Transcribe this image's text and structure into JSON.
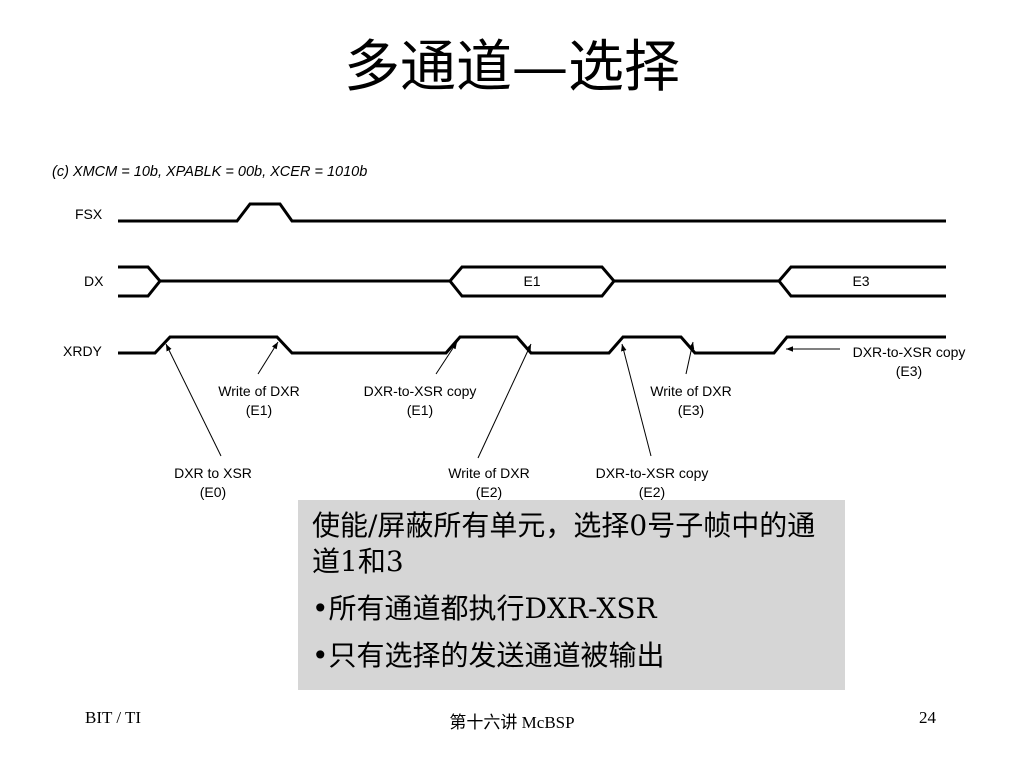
{
  "title": "多通道—选择",
  "diagram": {
    "caption": "(c) XMCM = 10b, XPABLK = 00b, XCER = 1010b",
    "signals": [
      "FSX",
      "DX",
      "XRDY"
    ],
    "data_words": [
      "E1",
      "E3"
    ],
    "annotations": [
      {
        "line1": "Write of DXR",
        "line2": "(E1)"
      },
      {
        "line1": "DXR-to-XSR copy",
        "line2": "(E1)"
      },
      {
        "line1": "Write of DXR",
        "line2": "(E3)"
      },
      {
        "line1": "DXR-to-XSR copy",
        "line2": "(E3)"
      },
      {
        "line1": "DXR to XSR",
        "line2": "(E0)"
      },
      {
        "line1": "Write of DXR",
        "line2": "(E2)"
      },
      {
        "line1": "DXR-to-XSR copy",
        "line2": "(E2)"
      }
    ]
  },
  "note": {
    "paragraph": "使能/屏蔽所有单元，选择0号子帧中的通道1和3",
    "bullets": [
      "•所有通道都执行DXR-XSR",
      "•只有选择的发送通道被输出"
    ]
  },
  "footer": {
    "left": "BIT / TI",
    "center": "第十六讲 McBSP",
    "page": "24"
  }
}
